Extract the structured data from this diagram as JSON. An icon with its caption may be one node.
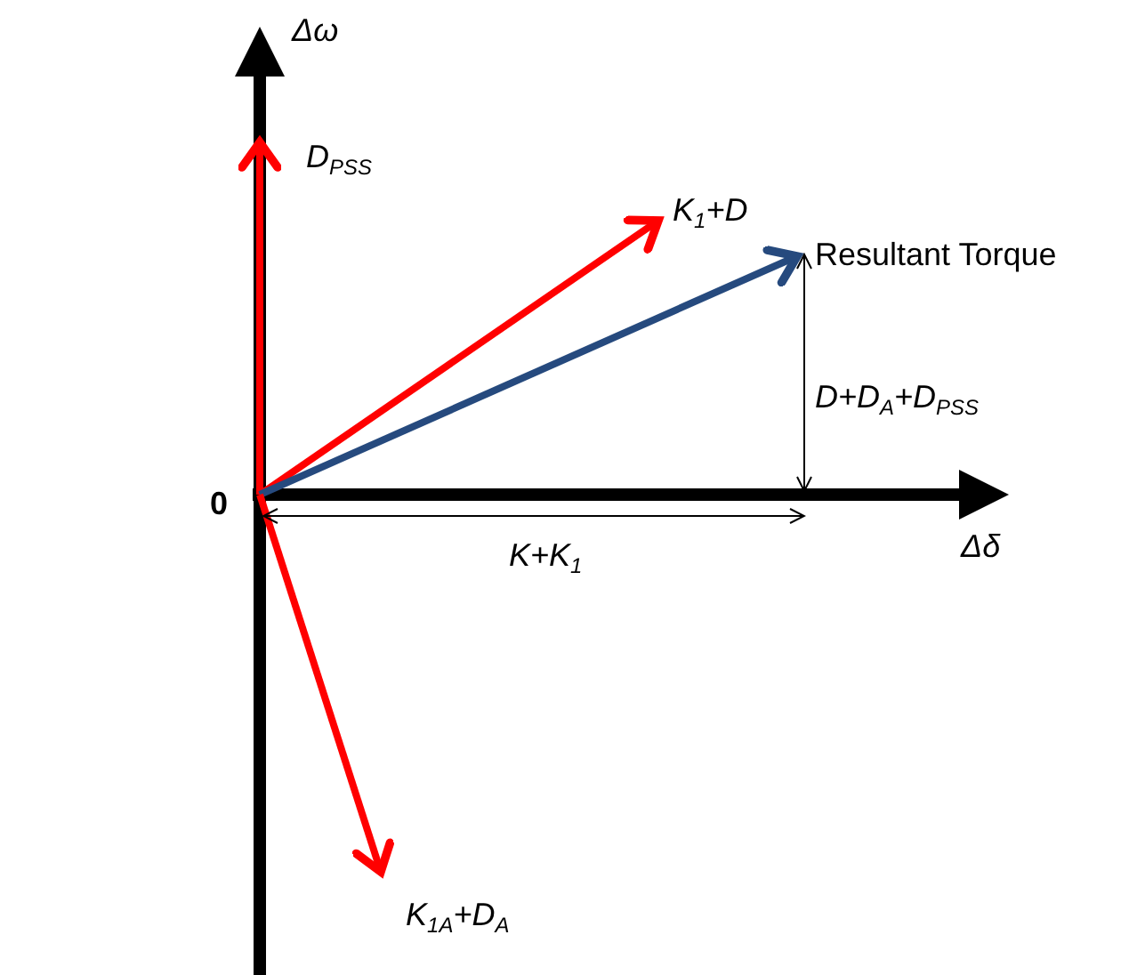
{
  "diagram": {
    "labels": [
      "Δω",
      "D$_{PSS}$",
      "K$_{1}$+D",
      "Resultant Torque",
      "D+D$_{A}$+D$_{PSS}$",
      "0",
      "K+K$_{1}$",
      "Δδ",
      "K$_{1A}$+D$_{A}$"
    ]
  }
}
